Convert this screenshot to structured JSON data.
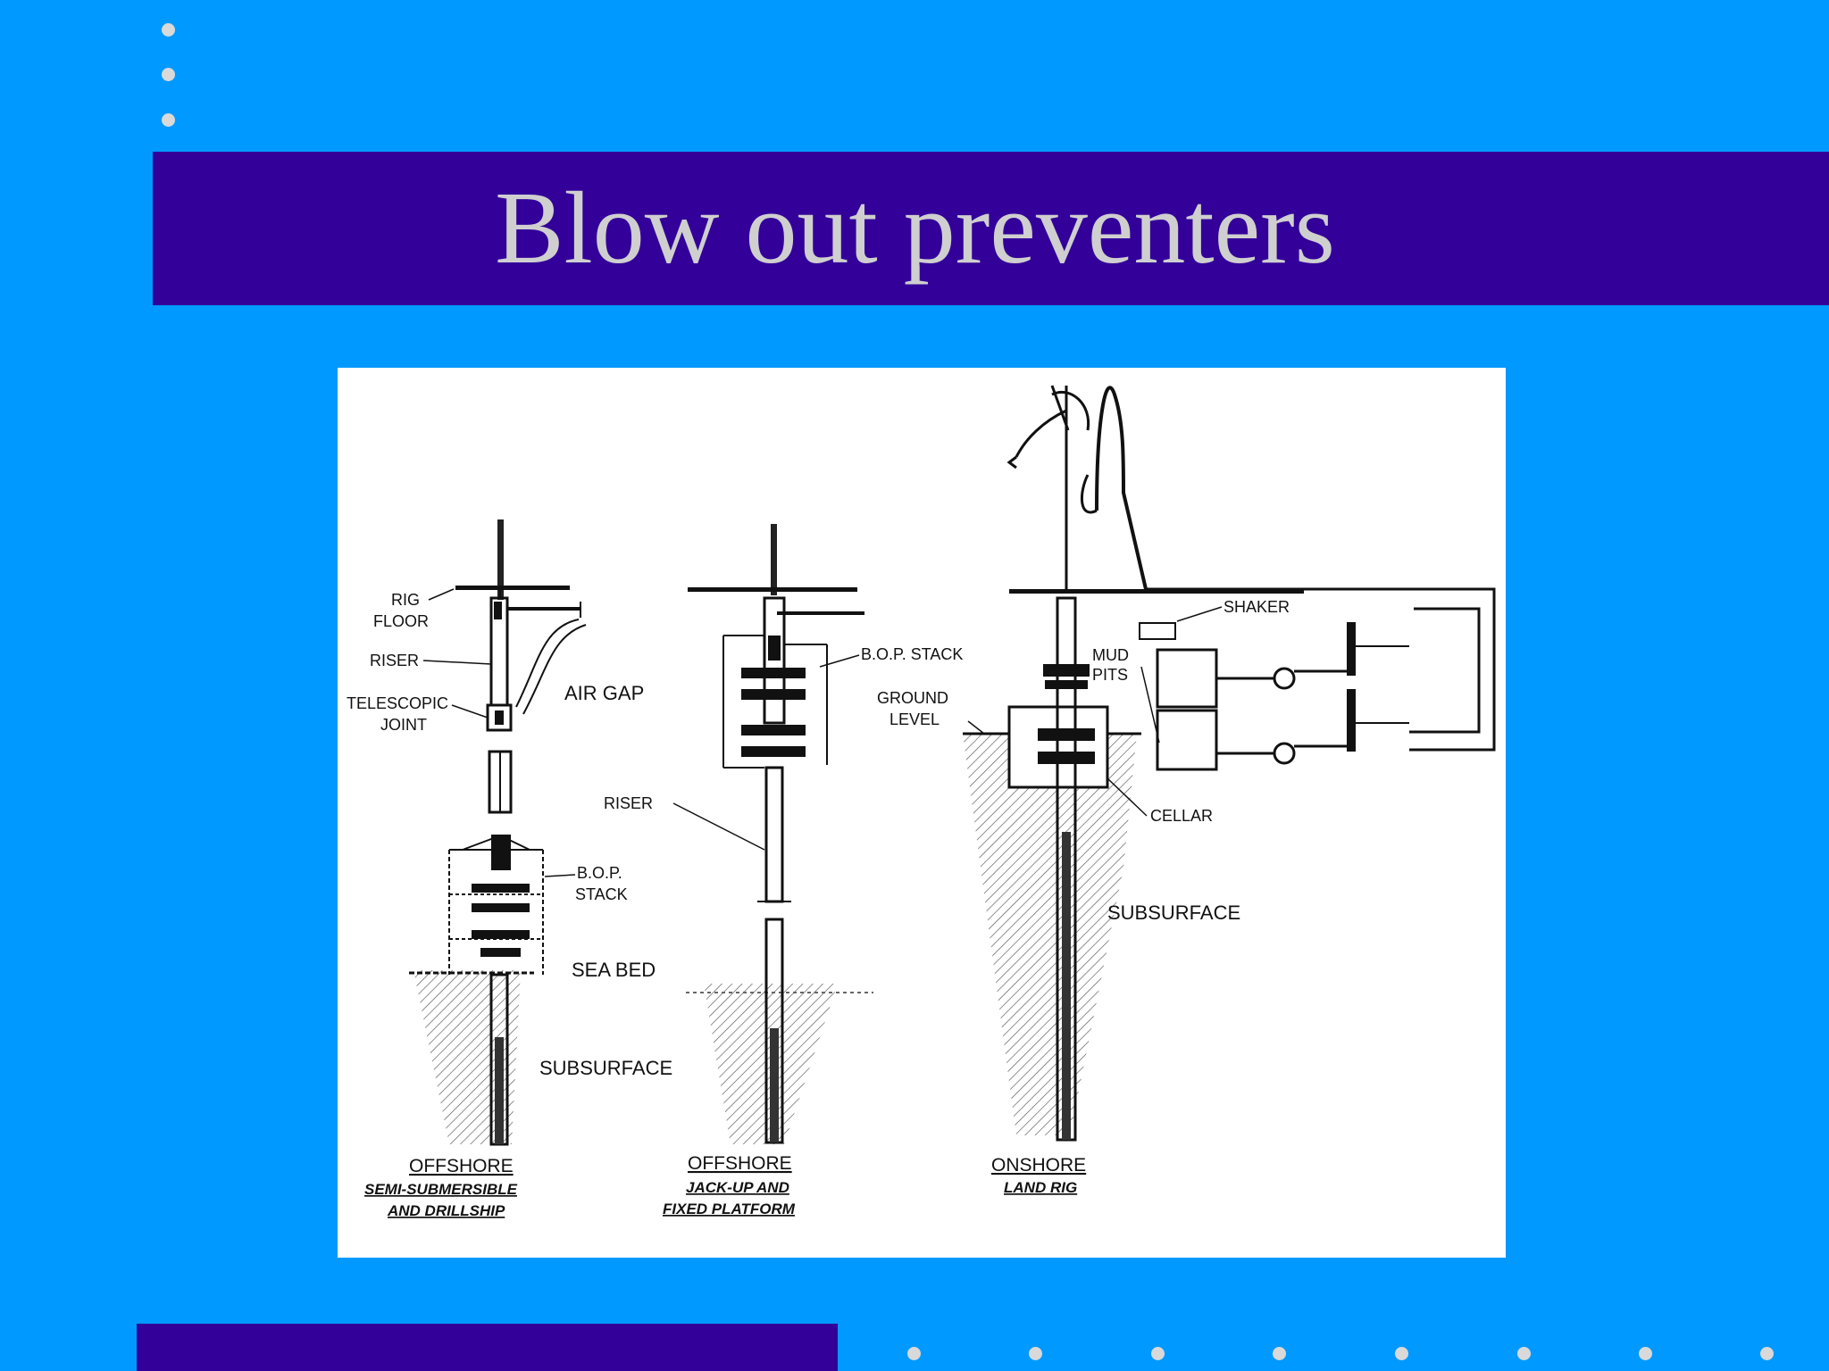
{
  "slide": {
    "title": "Blow out preventers",
    "colors": {
      "background": "#0099ff",
      "title_bar": "#330099",
      "title_text": "#cfcfcf",
      "bullet_dots": "#d9d9d9"
    }
  },
  "figure": {
    "offshore_semi": {
      "labels": {
        "rig_floor_1": "RIG",
        "rig_floor_2": "FLOOR",
        "riser": "RISER",
        "telescopic_1": "TELESCOPIC",
        "telescopic_2": "JOINT",
        "air_gap": "AIR GAP",
        "bop_1": "B.O.P.",
        "bop_2": "STACK",
        "sea_bed": "SEA BED",
        "subsurface": "SUBSURFACE"
      },
      "caption": {
        "title": "OFFSHORE",
        "line1": "SEMI-SUBMERSIBLE",
        "line2": "AND DRILLSHIP"
      }
    },
    "offshore_jackup": {
      "labels": {
        "bop_stack": "B.O.P. STACK",
        "riser": "RISER"
      },
      "caption": {
        "title": "OFFSHORE",
        "line1": "JACK-UP AND",
        "line2": "FIXED PLATFORM"
      }
    },
    "onshore": {
      "labels": {
        "shaker": "SHAKER",
        "mud_1": "MUD",
        "mud_2": "PITS",
        "ground_1": "GROUND",
        "ground_2": "LEVEL",
        "cellar": "CELLAR",
        "subsurface": "SUBSURFACE"
      },
      "caption": {
        "title": "ONSHORE",
        "line1": "LAND RIG"
      }
    }
  }
}
